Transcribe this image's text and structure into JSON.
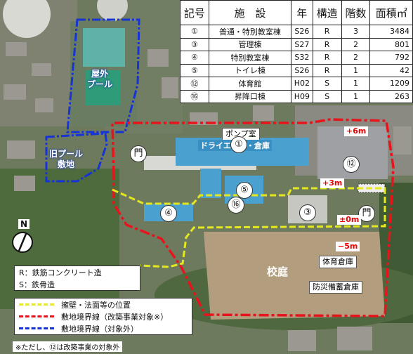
{
  "table": {
    "headers": [
      "記号",
      "施　設",
      "年",
      "構造",
      "階数",
      "面積㎡"
    ],
    "rows": [
      {
        "mark": "①",
        "name": "普通・特別教室棟",
        "year": "S26",
        "structure": "R",
        "floors": "3",
        "area": "3484"
      },
      {
        "mark": "③",
        "name": "管理棟",
        "year": "S27",
        "structure": "R",
        "floors": "2",
        "area": "801"
      },
      {
        "mark": "④",
        "name": "特別教室棟",
        "year": "S32",
        "structure": "R",
        "floors": "2",
        "area": "792"
      },
      {
        "mark": "⑤",
        "name": "トイレ棟",
        "year": "S26",
        "structure": "R",
        "floors": "1",
        "area": "42"
      },
      {
        "mark": "⑫",
        "name": "体育館",
        "year": "H02",
        "structure": "S",
        "floors": "1",
        "area": "1209"
      },
      {
        "mark": "⑯",
        "name": "昇降口棟",
        "year": "H09",
        "structure": "S",
        "floors": "1",
        "area": "263"
      }
    ]
  },
  "map": {
    "outdoor_pool": "屋外\nプール",
    "old_pool_site": "旧プール\n敷地",
    "pump_room": "ポンプ室",
    "dry_area": "ドライエリア・倉庫",
    "school_yard": "校庭",
    "gym_storage": "体育倉庫",
    "disaster_storage": "防災備蓄倉庫",
    "gate_label": "門",
    "building_marks": {
      "b1": "①",
      "b3": "③",
      "b4": "④",
      "b5": "⑤",
      "b12": "⑫",
      "b16": "⑯"
    },
    "elevations": {
      "plus6": "+6m",
      "plus3": "+3m",
      "zero": "±0m",
      "minus5": "−5m"
    }
  },
  "compass": {
    "north": "N"
  },
  "legend_structure": {
    "r": "R：鉄筋コンクリート造",
    "s": "S：鉄骨造"
  },
  "legend_lines": {
    "retaining": "擁壁・法面等の位置",
    "boundary_target": "敷地境界線（改築事業対象※）",
    "boundary_excluded": "敷地境界線（対象外）"
  },
  "footnote": "※ただし、⑫は改築事業の対象外",
  "colors": {
    "red_line": "#e8141c",
    "blue_line": "#1533d6",
    "yellow_line": "#e4e81f",
    "roof_blue": "#4aa0cf"
  }
}
